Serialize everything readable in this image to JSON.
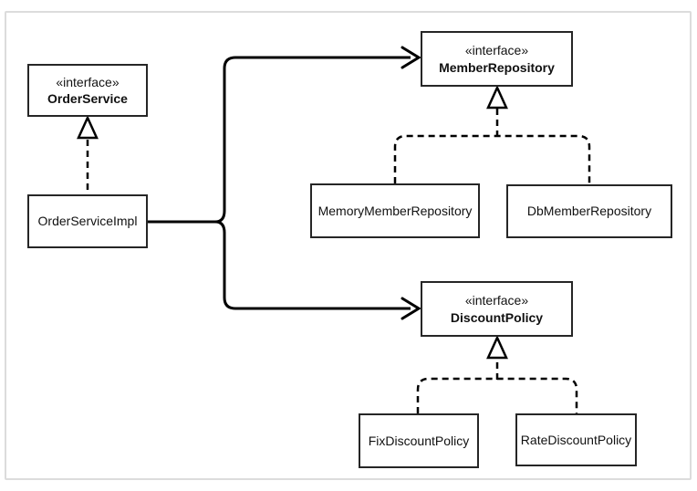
{
  "diagram": {
    "kind": "uml-class-diagram",
    "nodes": {
      "order_service": {
        "stereotype": "«interface»",
        "name": "OrderService"
      },
      "order_service_impl": {
        "name": "OrderServiceImpl"
      },
      "member_repository": {
        "stereotype": "«interface»",
        "name": "MemberRepository"
      },
      "memory_member_repository": {
        "name": "MemoryMemberRepository"
      },
      "db_member_repository": {
        "name": "DbMemberRepository"
      },
      "discount_policy": {
        "stereotype": "«interface»",
        "name": "DiscountPolicy"
      },
      "fix_discount_policy": {
        "name": "FixDiscountPolicy"
      },
      "rate_discount_policy": {
        "name": "RateDiscountPolicy"
      }
    },
    "edges": [
      {
        "from": "OrderServiceImpl",
        "to": "OrderService",
        "type": "realization"
      },
      {
        "from": "OrderServiceImpl",
        "to": "MemberRepository",
        "type": "dependency"
      },
      {
        "from": "OrderServiceImpl",
        "to": "DiscountPolicy",
        "type": "dependency"
      },
      {
        "from": "MemoryMemberRepository",
        "to": "MemberRepository",
        "type": "realization"
      },
      {
        "from": "DbMemberRepository",
        "to": "MemberRepository",
        "type": "realization"
      },
      {
        "from": "FixDiscountPolicy",
        "to": "DiscountPolicy",
        "type": "realization"
      },
      {
        "from": "RateDiscountPolicy",
        "to": "DiscountPolicy",
        "type": "realization"
      }
    ],
    "colors": {
      "background": "#ffffff",
      "node_fill": "#ffffff",
      "node_border": "#262626",
      "line": "#000000",
      "text": "#111111",
      "frame": "#dcdcdc"
    }
  }
}
